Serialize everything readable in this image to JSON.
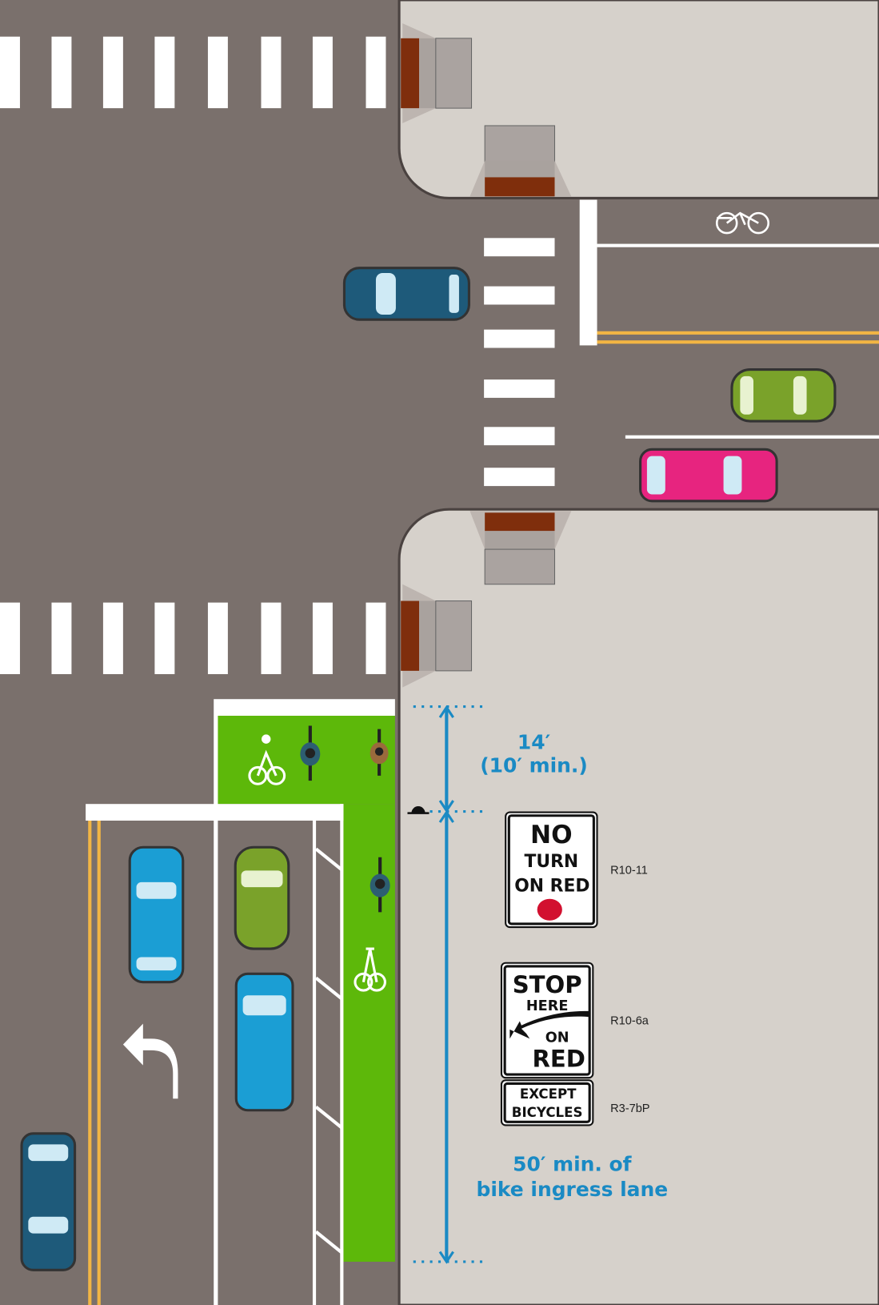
{
  "dimensions": {
    "upper_length": "14′",
    "upper_min": "(10′ min.)",
    "lower_line1": "50′ min. of",
    "lower_line2": "bike ingress lane"
  },
  "signs": [
    {
      "code": "R10-11",
      "lines": [
        "NO",
        "TURN",
        "ON RED"
      ]
    },
    {
      "code": "R10-6a",
      "lines": [
        "STOP",
        "HERE",
        "ON",
        "RED"
      ]
    },
    {
      "code": "R3-7bP",
      "lines": [
        "EXCEPT",
        "BICYCLES"
      ]
    }
  ],
  "colors": {
    "road": "#7a706c",
    "sidewalk": "#d6d1cb",
    "bike_lane": "#5db80a",
    "dimension": "#1a8ac4",
    "yellow_line": "#f2b544",
    "curb_ramp_red": "#7f2e0c"
  }
}
